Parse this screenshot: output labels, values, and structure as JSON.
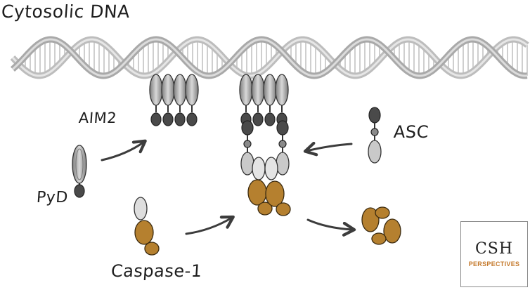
{
  "title": "Cytosolic DNA",
  "labels": {
    "aim2": "AIM2",
    "asc": "ASC",
    "pyd": "PyD",
    "caspase1": "Caspase-1"
  },
  "logo": {
    "main": "CSH",
    "sub": "PERSPECTIVES"
  },
  "colors": {
    "dna": "#bdbdbd",
    "hin_domain": "#9a9a9a",
    "pyd_domain": "#4a4a4a",
    "card_domain": "#c9c9c9",
    "caspase": "#b5802f",
    "arrow": "#3c3c3c",
    "logo_accent": "#c4782a"
  }
}
